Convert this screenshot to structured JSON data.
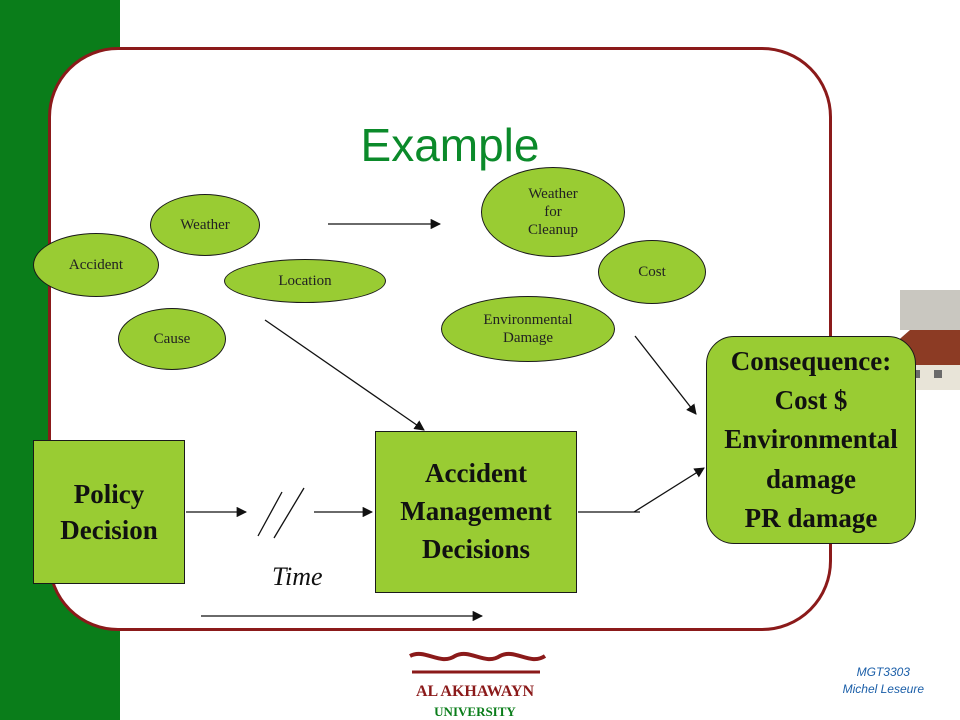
{
  "title": "Example",
  "nodes": {
    "accident": "Accident",
    "weather": "Weather",
    "location": "Location",
    "cause": "Cause",
    "weather_cleanup": [
      "Weather",
      "for",
      "Cleanup"
    ],
    "cost": "Cost",
    "environmental_damage": [
      "Environmental",
      "Damage"
    ],
    "policy_decision": [
      "Policy",
      "Decision"
    ],
    "accident_management": [
      "Accident",
      "Management",
      "Decisions"
    ],
    "consequence": [
      "Consequence:",
      "Cost $",
      "Environmental",
      "damage",
      "PR damage"
    ]
  },
  "time_label": "Time",
  "logo_text": "AL AKHAWAYN UNIVERSITY",
  "footer": {
    "course": "MGT3303",
    "author": "Michel Leseure"
  },
  "colors": {
    "node_fill": "#99cc33",
    "title": "#0b8a2a",
    "frame": "#8b1a1a",
    "sidebar": "#0a7d1a"
  }
}
